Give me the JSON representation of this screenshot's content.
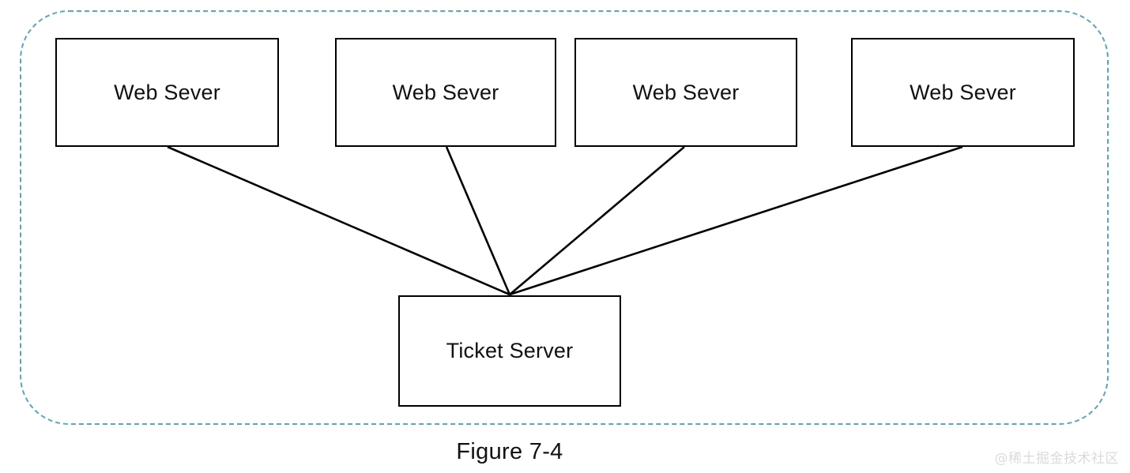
{
  "figure": {
    "caption": "Figure 7-4",
    "watermark": "@稀土掘金技术社区",
    "container": {
      "style": "dashed-rounded-rectangle",
      "border_color": "#5aa7bb"
    }
  },
  "diagram": {
    "type": "node-link",
    "node_border_color": "#000000",
    "node_fill_color": "#ffffff",
    "edge_color": "#000000",
    "web_servers": [
      {
        "id": "web-server-0",
        "label": "Web Sever"
      },
      {
        "id": "web-server-1",
        "label": "Web Sever"
      },
      {
        "id": "web-server-2",
        "label": "Web Sever"
      },
      {
        "id": "web-server-3",
        "label": "Web Sever"
      }
    ],
    "ticket_server": {
      "id": "ticket-server",
      "label": "Ticket Server"
    },
    "edges": [
      {
        "from": "web-server-0",
        "to": "ticket-server"
      },
      {
        "from": "web-server-1",
        "to": "ticket-server"
      },
      {
        "from": "web-server-2",
        "to": "ticket-server"
      },
      {
        "from": "web-server-3",
        "to": "ticket-server"
      }
    ]
  }
}
